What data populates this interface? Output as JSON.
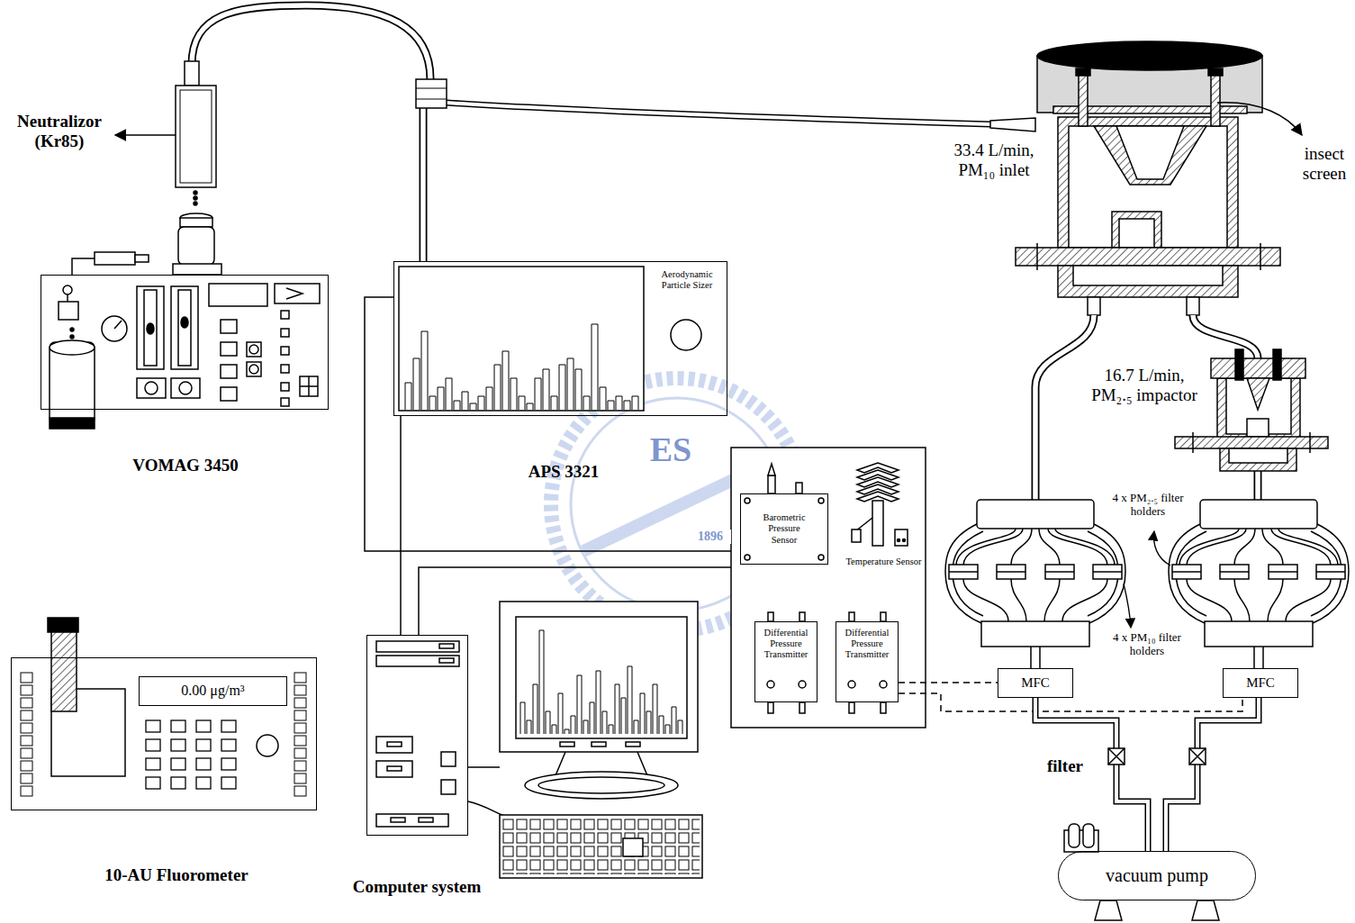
{
  "diagram": {
    "nodes": [
      {
        "text": [
          "VOMAG 3450"
        ]
      },
      {
        "text": [
          "Aerodynamic Particle Sizer",
          "APS 3321"
        ]
      },
      {
        "text": [
          "10-AU Fluorometer"
        ]
      },
      {
        "text": [
          "0.00 μg/m³"
        ],
        "in": 2
      },
      {
        "text": [
          "Computer system"
        ]
      },
      {
        "text": [
          "Barometric Pressure Sensor"
        ]
      },
      {
        "text": [
          "Temperature Sensor"
        ]
      },
      {
        "text": [
          "Differential Pressure Transmitter"
        ]
      },
      {
        "text": [
          "Differential Pressure Transmitter"
        ]
      },
      {
        "text": [
          "MFC"
        ]
      },
      {
        "text": [
          "MFC"
        ]
      },
      {
        "text": [
          "vacuum pump"
        ]
      }
    ],
    "edges": [
      {
        "from": 1,
        "to": 4,
        "arrow": "none"
      },
      {
        "from": 8,
        "to": 9,
        "arrow": "none"
      },
      {
        "from": 8,
        "to": 10,
        "arrow": "none"
      },
      {
        "from": 9,
        "to": 11,
        "arrow": "none"
      },
      {
        "from": 10,
        "to": 11,
        "arrow": "none"
      }
    ],
    "labels": [
      "Neutralizor (Kr85)",
      "33.4 L/min, PM₁₀ inlet",
      "insect screen",
      "16.7 L/min, PM₂.₅ impactor",
      "4 x PM₂.₅ filter holders",
      "4 x PM₁₀ filter holders",
      "filter",
      "ES",
      "1896"
    ]
  }
}
